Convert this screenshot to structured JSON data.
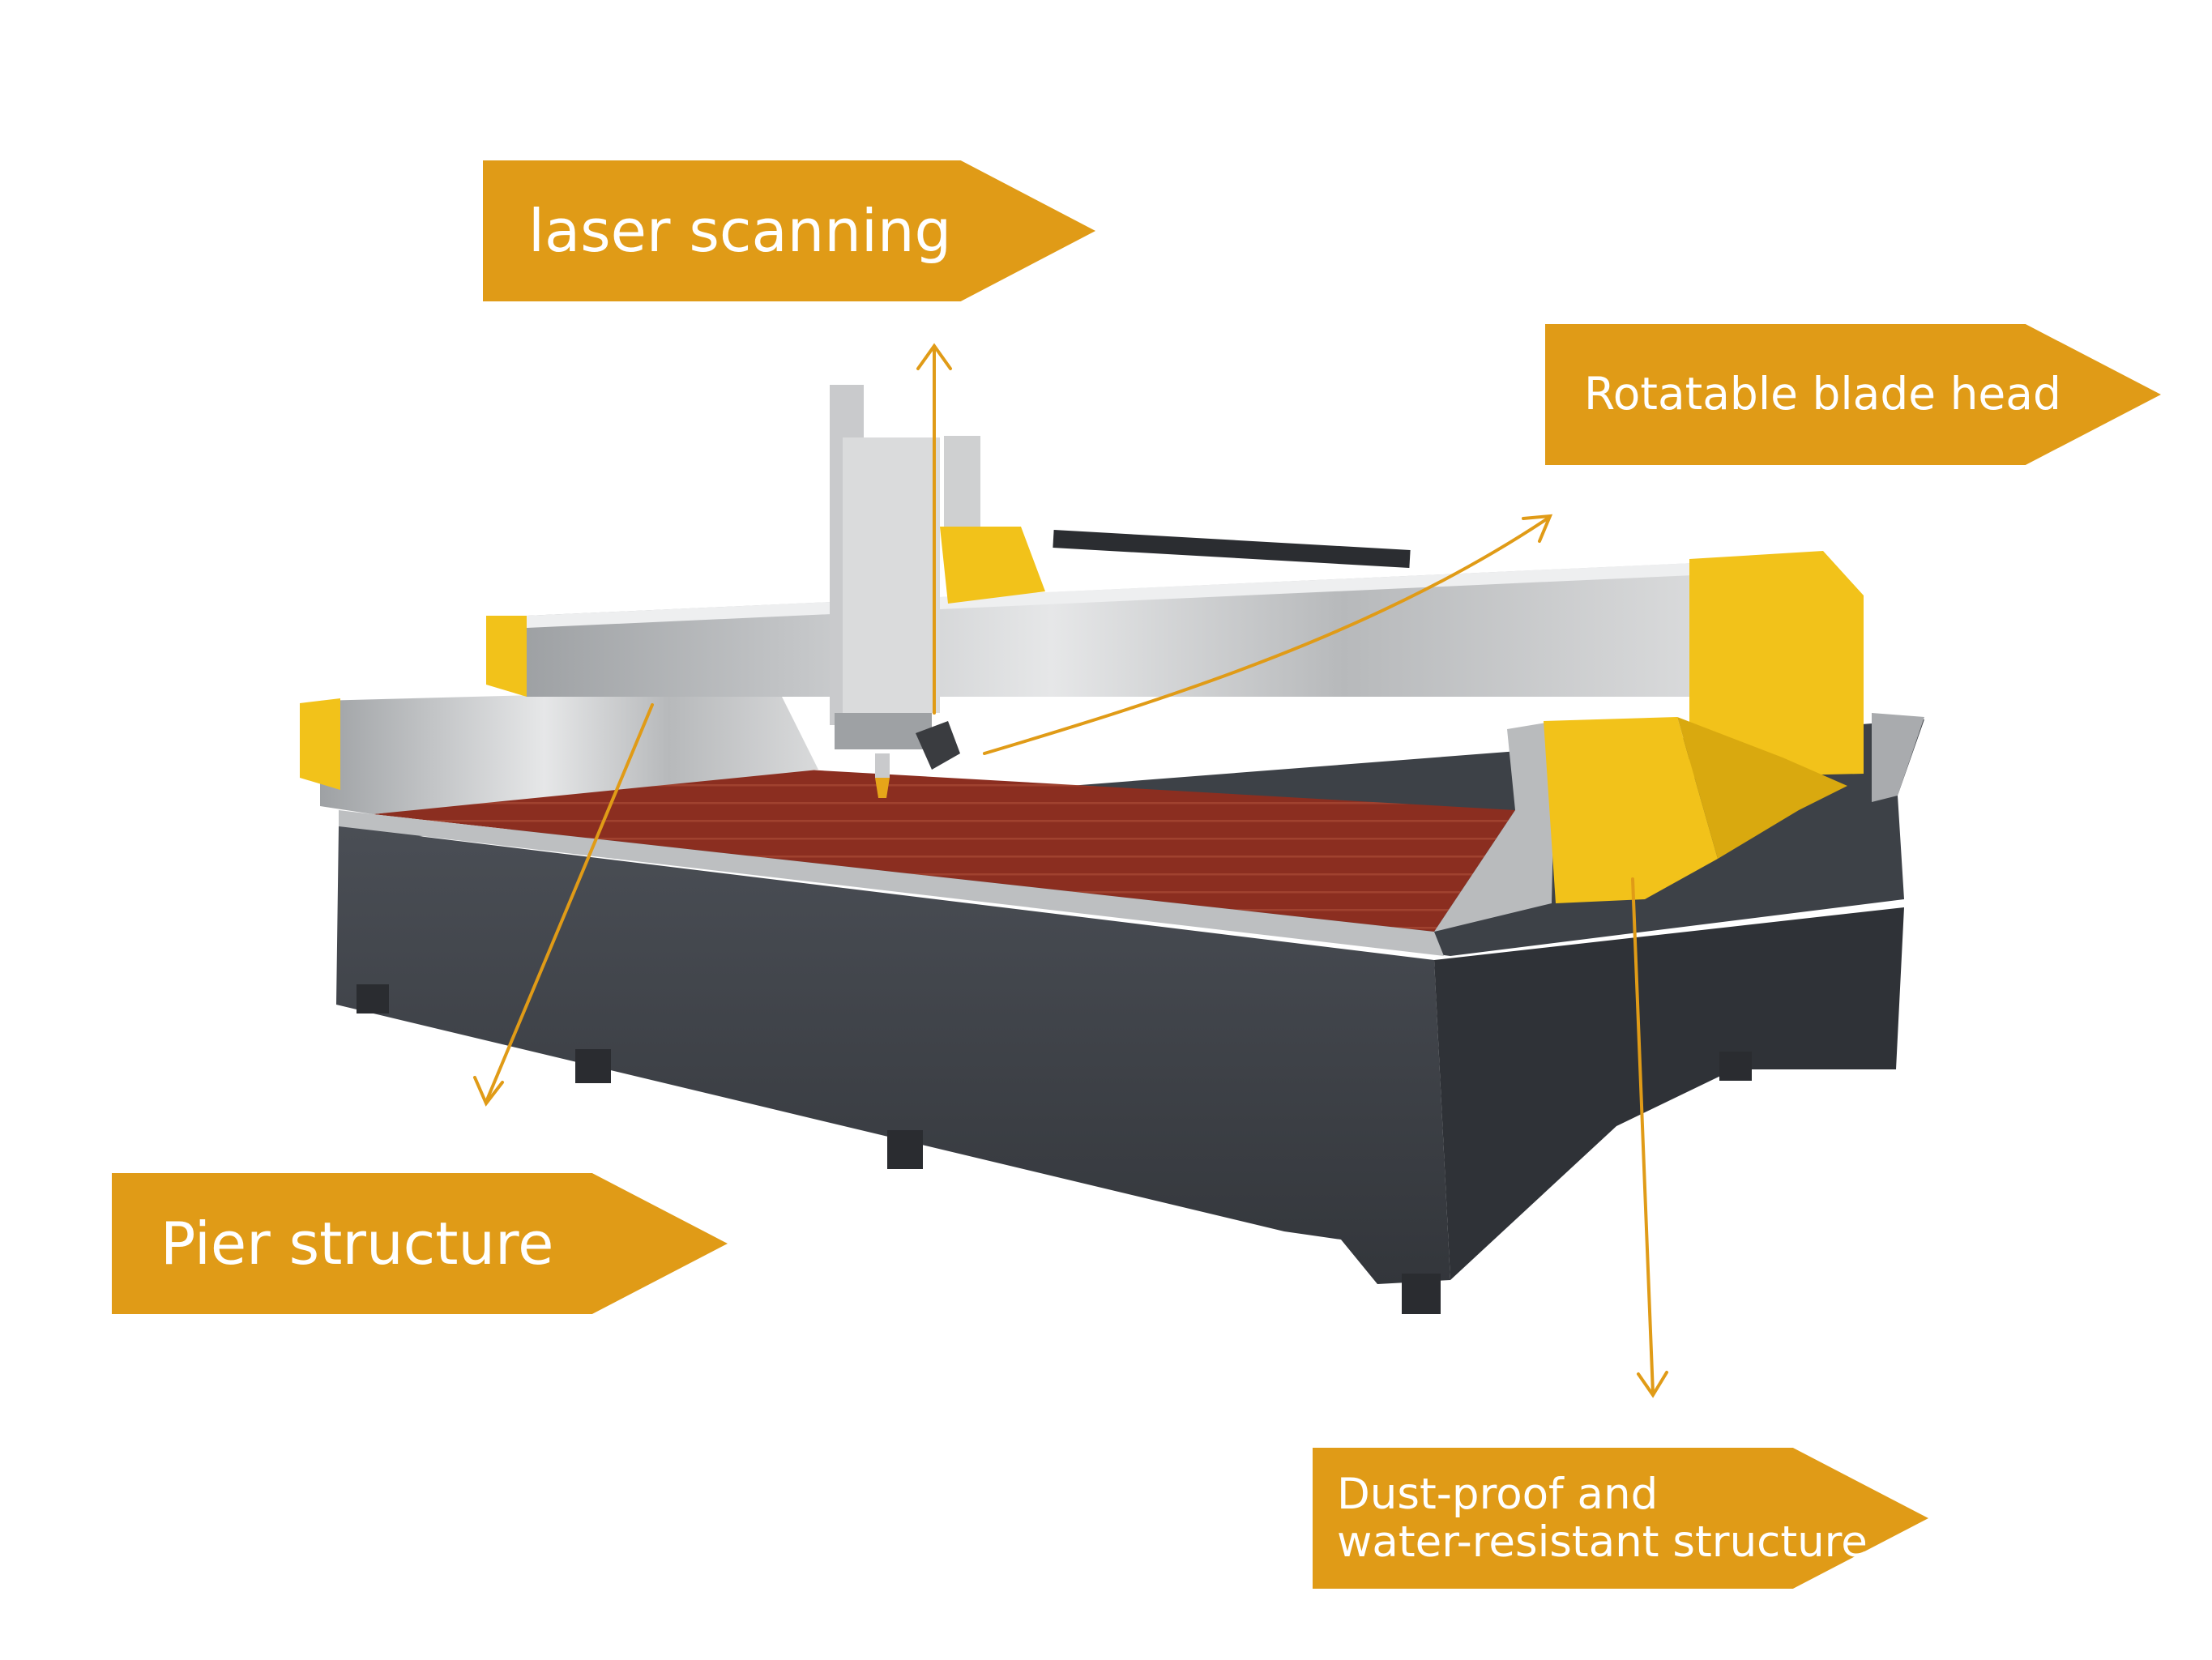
{
  "callouts": {
    "laser_scanning": "laser scanning",
    "rotatable_blade_head": "Rotatable blade head",
    "pier_structure": "Pier structure",
    "dust_proof_line1": "Dust-proof and",
    "dust_proof_line2": "water-resistant structure"
  },
  "colors": {
    "callout_fill": "#E09B17",
    "callout_text": "#FFFFFF",
    "leader_line": "#E09B17",
    "machine_yellow": "#F2C21A",
    "machine_body": "#3F4349",
    "cutting_bed": "#8E2F22",
    "steel": "#C8C9CB"
  },
  "image": {
    "subject": "waterjet-cutting-machine-photo"
  }
}
